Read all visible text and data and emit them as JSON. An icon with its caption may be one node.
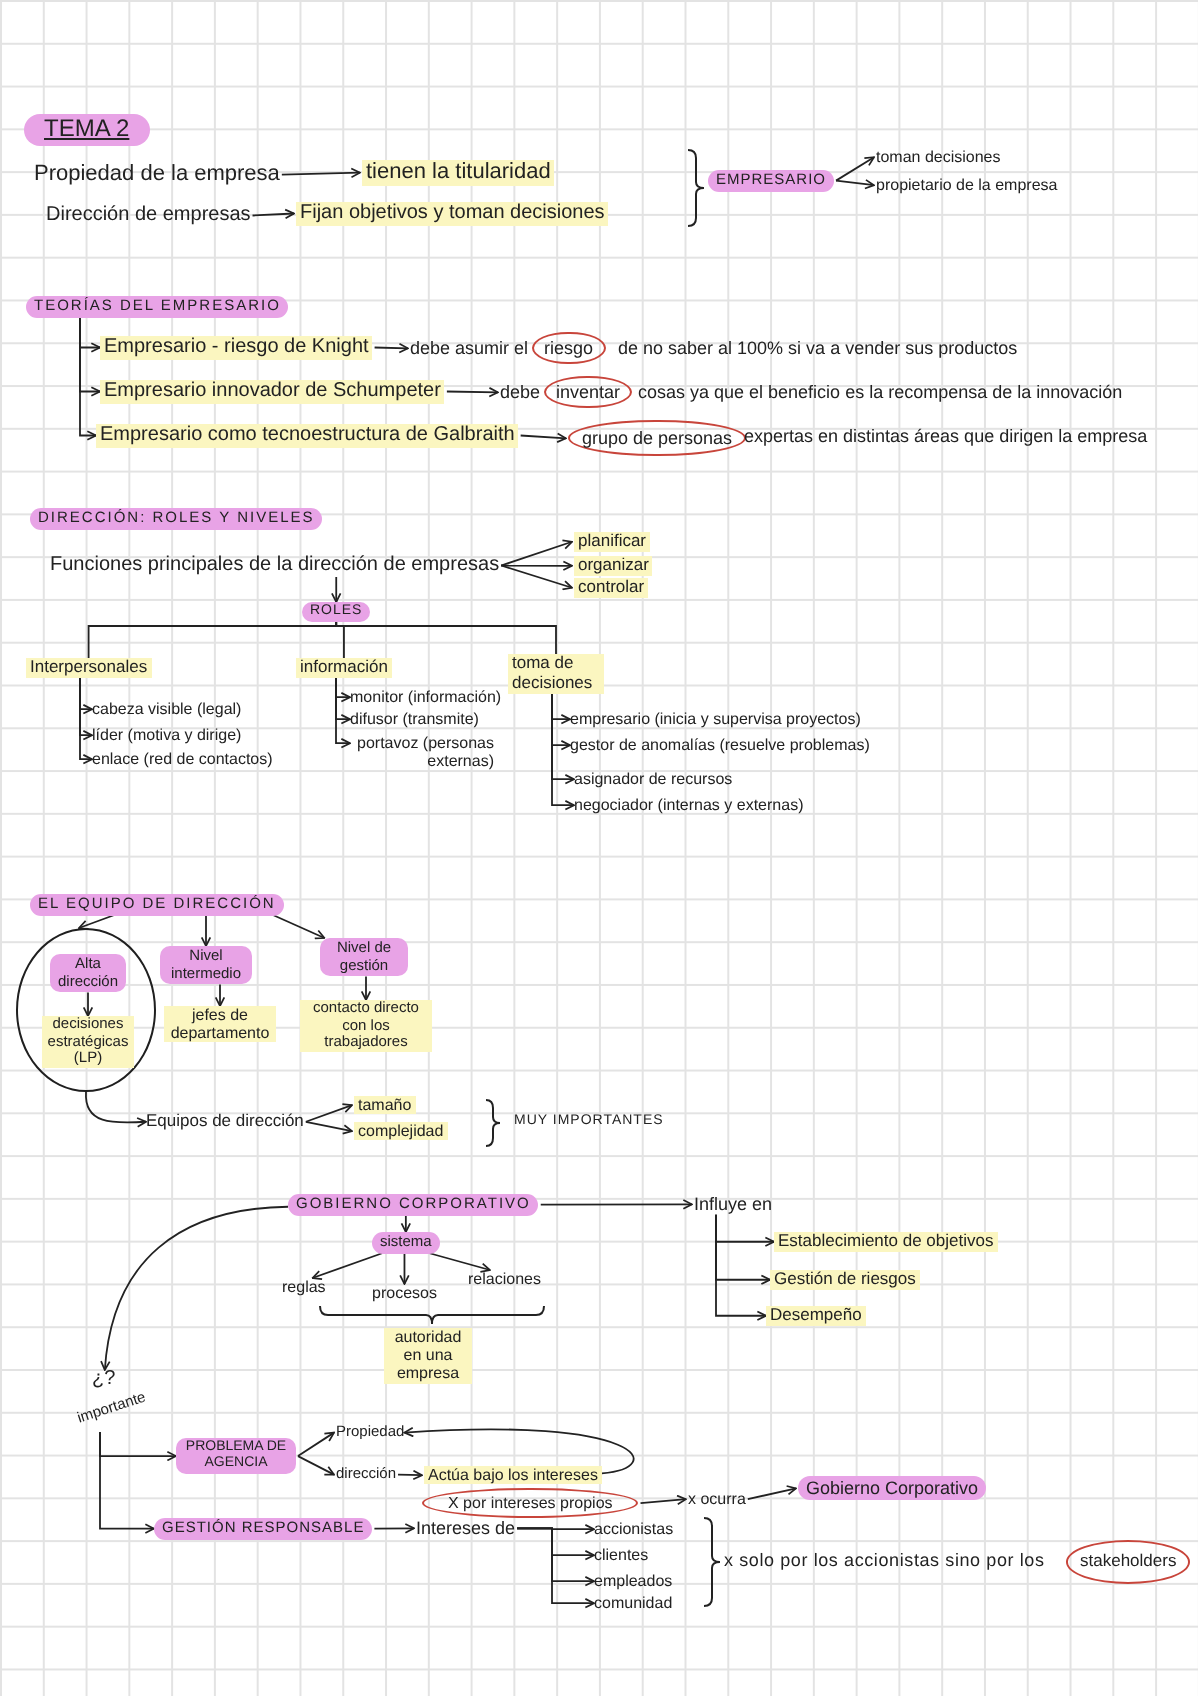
{
  "diagram": {
    "nodes": [
      {
        "text": [
          "TEMA 2"
        ]
      },
      {
        "text": [
          "Propiedad de la empresa"
        ]
      },
      {
        "text": [
          "tienen la titularidad"
        ]
      },
      {
        "text": [
          "Dirección de empresas"
        ]
      },
      {
        "text": [
          "Fijan objetivos y toman decisiones"
        ]
      },
      {
        "text": [
          "EMPRESARIO"
        ]
      },
      {
        "text": [
          "toman decisiones"
        ]
      },
      {
        "text": [
          "propietario de la empresa"
        ]
      },
      {
        "text": [
          "TEORÍAS DEL EMPRESARIO"
        ]
      },
      {
        "text": [
          "Empresario - riesgo de Knight"
        ]
      },
      {
        "text": [
          "debe asumir el"
        ]
      },
      {
        "text": [
          "riesgo"
        ]
      },
      {
        "text": [
          "Empresario innovador de Schumpeter"
        ]
      },
      {
        "text": [
          "debe"
        ]
      },
      {
        "text": [
          "inventar"
        ]
      },
      {
        "text": [
          "Empresario como tecnoestructura de Galbraith"
        ]
      },
      {
        "text": [
          "grupo de personas"
        ]
      },
      {
        "text": [
          "DIRECCIÓN: ROLES Y NIVELES"
        ]
      },
      {
        "text": [
          "Funciones principales de la dirección de empresas"
        ]
      },
      {
        "text": [
          "planificar"
        ]
      },
      {
        "text": [
          "organizar"
        ]
      },
      {
        "text": [
          "controlar"
        ]
      },
      {
        "text": [
          "ROLES"
        ]
      },
      {
        "text": [
          "Interpersonales"
        ]
      },
      {
        "text": [
          "información"
        ]
      },
      {
        "text": [
          "toma de decisiones"
        ]
      },
      {
        "text": [
          "cabeza visible (legal)"
        ]
      },
      {
        "text": [
          "líder (motiva y dirige)"
        ]
      },
      {
        "text": [
          "enlace (red de contactos)"
        ]
      },
      {
        "text": [
          "monitor (información)"
        ]
      },
      {
        "text": [
          "difusor (transmite)"
        ]
      },
      {
        "text": [
          "portavoz (personas externas)"
        ]
      },
      {
        "text": [
          "empresario (inicia y supervisa proyectos)"
        ]
      },
      {
        "text": [
          "gestor de anomalías (resuelve problemas)"
        ]
      },
      {
        "text": [
          "asignador de recursos"
        ]
      },
      {
        "text": [
          "negociador (internas y externas)"
        ]
      },
      {
        "text": [
          "EL EQUIPO DE DIRECCIÓN"
        ]
      },
      {
        "text": [],
        "shape": "ellipse"
      },
      {
        "text": [
          "Alta dirección"
        ],
        "in": 37
      },
      {
        "text": [
          "decisiones estratégicas (LP)"
        ],
        "in": 37
      },
      {
        "text": [
          "Nivel intermedio"
        ]
      },
      {
        "text": [
          "jefes de departamento"
        ]
      },
      {
        "text": [
          "Nivel de gestión"
        ]
      },
      {
        "text": [
          "contacto directo con los trabajadores"
        ]
      },
      {
        "text": [
          "Equipos de dirección"
        ]
      },
      {
        "text": [
          "tamaño"
        ]
      },
      {
        "text": [
          "complejidad"
        ]
      },
      {
        "text": [
          "GOBIERNO CORPORATIVO"
        ]
      },
      {
        "text": [
          "Influye en"
        ]
      },
      {
        "text": [
          "Establecimiento de objetivos"
        ]
      },
      {
        "text": [
          "Gestión de riesgos"
        ]
      },
      {
        "text": [
          "Desempeño"
        ]
      },
      {
        "text": [
          "sistema"
        ]
      },
      {
        "text": [
          "reglas"
        ]
      },
      {
        "text": [
          "procesos"
        ]
      },
      {
        "text": [
          "relaciones"
        ]
      },
      {
        "text": [
          "autoridad en una empresa"
        ]
      },
      {
        "text": [
          "¿?",
          "importante"
        ]
      },
      {
        "text": [
          "PROBLEMA DE AGENCIA"
        ]
      },
      {
        "text": [
          "Propiedad"
        ]
      },
      {
        "text": [
          "dirección"
        ]
      },
      {
        "text": [
          "Actúa bajo los intereses"
        ]
      },
      {
        "text": [
          "X por intereses propios"
        ]
      },
      {
        "text": [
          "x ocurra"
        ]
      },
      {
        "text": [
          "Gobierno Corporativo"
        ]
      },
      {
        "text": [
          "GESTIÓN RESPONSABLE"
        ]
      },
      {
        "text": [
          "Intereses de"
        ]
      },
      {
        "text": [
          "accionistas"
        ]
      },
      {
        "text": [
          "clientes"
        ]
      },
      {
        "text": [
          "empleados"
        ]
      },
      {
        "text": [
          "comunidad"
        ]
      },
      {
        "text": [
          "stakeholders"
        ]
      }
    ],
    "edges": [
      {
        "from": 1,
        "to": 2,
        "arrow": "to"
      },
      {
        "from": 3,
        "to": 4,
        "arrow": "to"
      },
      {
        "from": 5,
        "to": 6,
        "arrow": "to"
      },
      {
        "from": 5,
        "to": 7,
        "arrow": "to"
      },
      {
        "from": 8,
        "to": 9,
        "arrow": "to"
      },
      {
        "from": 8,
        "to": 12,
        "arrow": "to"
      },
      {
        "from": 8,
        "to": 15,
        "arrow": "to"
      },
      {
        "from": 9,
        "to": 10,
        "arrow": "to"
      },
      {
        "from": 12,
        "to": 13,
        "arrow": "to"
      },
      {
        "from": 15,
        "to": 16,
        "arrow": "to"
      },
      {
        "from": 18,
        "to": 19,
        "arrow": "to"
      },
      {
        "from": 18,
        "to": 20,
        "arrow": "to"
      },
      {
        "from": 18,
        "to": 21,
        "arrow": "to"
      },
      {
        "from": 18,
        "to": 22,
        "arrow": "to"
      },
      {
        "from": 22,
        "to": 23,
        "arrow": "none"
      },
      {
        "from": 22,
        "to": 24,
        "arrow": "none"
      },
      {
        "from": 22,
        "to": 25,
        "arrow": "none"
      },
      {
        "from": 23,
        "to": 26,
        "arrow": "to"
      },
      {
        "from": 23,
        "to": 27,
        "arrow": "to"
      },
      {
        "from": 23,
        "to": 28,
        "arrow": "to"
      },
      {
        "from": 24,
        "to": 29,
        "arrow": "to"
      },
      {
        "from": 24,
        "to": 30,
        "arrow": "to"
      },
      {
        "from": 24,
        "to": 31,
        "arrow": "to"
      },
      {
        "from": 25,
        "to": 32,
        "arrow": "to"
      },
      {
        "from": 25,
        "to": 33,
        "arrow": "to"
      },
      {
        "from": 25,
        "to": 34,
        "arrow": "to"
      },
      {
        "from": 25,
        "to": 35,
        "arrow": "to"
      },
      {
        "from": 36,
        "to": 37,
        "arrow": "to"
      },
      {
        "from": 36,
        "to": 40,
        "arrow": "to"
      },
      {
        "from": 36,
        "to": 42,
        "arrow": "to"
      },
      {
        "from": 38,
        "to": 39,
        "arrow": "to"
      },
      {
        "from": 40,
        "to": 41,
        "arrow": "to"
      },
      {
        "from": 42,
        "to": 43,
        "arrow": "to"
      },
      {
        "from": 37,
        "to": 44,
        "arrow": "to"
      },
      {
        "from": 44,
        "to": 45,
        "arrow": "to"
      },
      {
        "from": 44,
        "to": 46,
        "arrow": "to"
      },
      {
        "from": 47,
        "to": 48,
        "arrow": "to"
      },
      {
        "from": 48,
        "to": 49,
        "arrow": "to"
      },
      {
        "from": 48,
        "to": 50,
        "arrow": "to"
      },
      {
        "from": 48,
        "to": 51,
        "arrow": "to"
      },
      {
        "from": 47,
        "to": 52,
        "arrow": "to"
      },
      {
        "from": 52,
        "to": 53,
        "arrow": "to"
      },
      {
        "from": 52,
        "to": 54,
        "arrow": "to"
      },
      {
        "from": 52,
        "to": 55,
        "arrow": "to"
      },
      {
        "from": 47,
        "to": 57,
        "arrow": "to"
      },
      {
        "from": 57,
        "to": 58,
        "arrow": "to"
      },
      {
        "from": 57,
        "to": 65,
        "arrow": "to"
      },
      {
        "from": 58,
        "to": 59,
        "arrow": "to"
      },
      {
        "from": 58,
        "to": 60,
        "arrow": "to"
      },
      {
        "from": 60,
        "to": 61,
        "arrow": "to"
      },
      {
        "from": 61,
        "to": 59,
        "arrow": "to"
      },
      {
        "from": 62,
        "to": 63,
        "arrow": "to"
      },
      {
        "from": 63,
        "to": 64,
        "arrow": "to"
      },
      {
        "from": 65,
        "to": 66,
        "arrow": "to"
      },
      {
        "from": 66,
        "to": 67,
        "arrow": "to"
      },
      {
        "from": 66,
        "to": 68,
        "arrow": "to"
      },
      {
        "from": 66,
        "to": 69,
        "arrow": "to"
      },
      {
        "from": 66,
        "to": 70,
        "arrow": "to"
      }
    ],
    "labels": [
      "de no saber al 100% si va a vender sus productos",
      "cosas ya que el beneficio es la recompensa de la innovación",
      "expertas en distintas áreas que dirigen la empresa",
      "MUY IMPORTANTES",
      "x solo por los accionistas sino por los"
    ]
  }
}
